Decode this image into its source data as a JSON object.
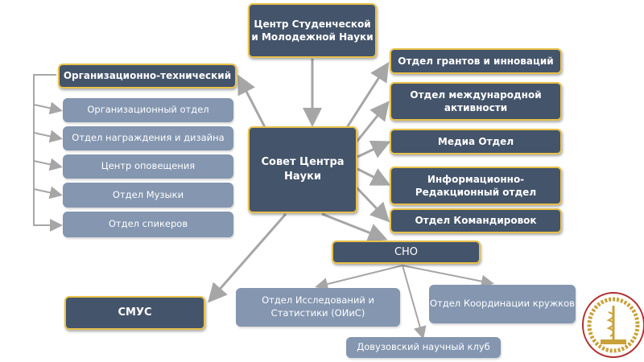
{
  "top": "Центр Студенческой и Молодежной Науки",
  "council": "Совет Центра Науки",
  "org_tech": {
    "title": "Организационно-технический",
    "children": [
      "Организационный отдел",
      "Отдел награждения и дизайна",
      "Центр оповещения",
      "Отдел Музыки",
      "Отдел спикеров"
    ]
  },
  "right": [
    "Отдел грантов и инноваций",
    "Отдел международной активности",
    "Медиа Отдел",
    "Информационно-Редакционный отдел",
    "Отдел Командировок"
  ],
  "sno": {
    "title": "СНО",
    "children": [
      "Отдел Исследований и Статистики (ОИиС)",
      "Отдел Координации кружков",
      "Довузовский научный клуб"
    ]
  },
  "smus": "СМУС",
  "colors": {
    "dark": "#44546a",
    "light": "#8496b0",
    "border": "#e8c14a",
    "arrow": "#a6a6a6"
  }
}
